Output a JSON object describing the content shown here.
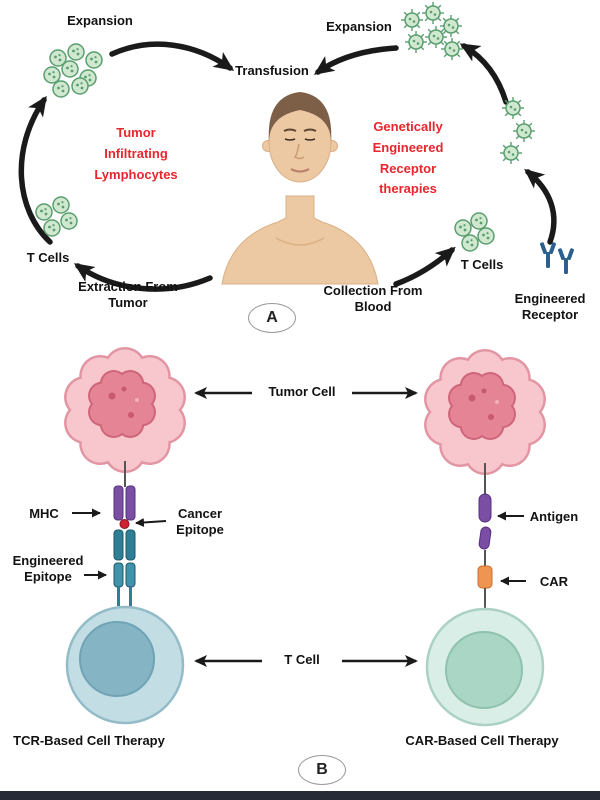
{
  "figure": {
    "panel_a": {
      "badge": "A",
      "transfusion_label": "Transfusion",
      "left_cycle": {
        "title": "Tumor Infiltrating Lymphocytes",
        "expansion_label": "Expansion",
        "t_cells_label": "T Cells",
        "extraction_label": "Extraction From Tumor"
      },
      "right_cycle": {
        "title": "Genetically Engineered Receptor therapies",
        "expansion_label": "Expansion",
        "t_cells_label": "T Cells",
        "collection_label": "Collection From Blood",
        "engineered_receptor_label": "Engineered Receptor"
      }
    },
    "panel_b": {
      "badge": "B",
      "tumor_cell_label": "Tumor Cell",
      "t_cell_label": "T Cell",
      "tcr": {
        "mhc_label": "MHC",
        "cancer_epitope_label": "Cancer Epitope",
        "engineered_epitope_label": "Engineered Epitope",
        "caption": "TCR-Based Cell Therapy"
      },
      "car": {
        "antigen_label": "Antigen",
        "car_label": "CAR",
        "caption": "CAR-Based Cell Therapy"
      }
    },
    "colors": {
      "highlight_red": "#e8262d",
      "arrow_black": "#1a1a1a",
      "lymphocyte_green": "#cfe8cf",
      "lymphocyte_green_dark": "#5a9e6f",
      "tumor_pink": "#f8c7ce",
      "tumor_nucleus_pink": "#e48494",
      "t_cell_teal": "#c2dde4",
      "t_cell_pale": "#daeee8",
      "mhc_purple": "#7a4fa3",
      "tcr_teal": "#2e7f96",
      "car_orange": "#ef9552",
      "receptor_blue": "#2b5f8e"
    }
  }
}
